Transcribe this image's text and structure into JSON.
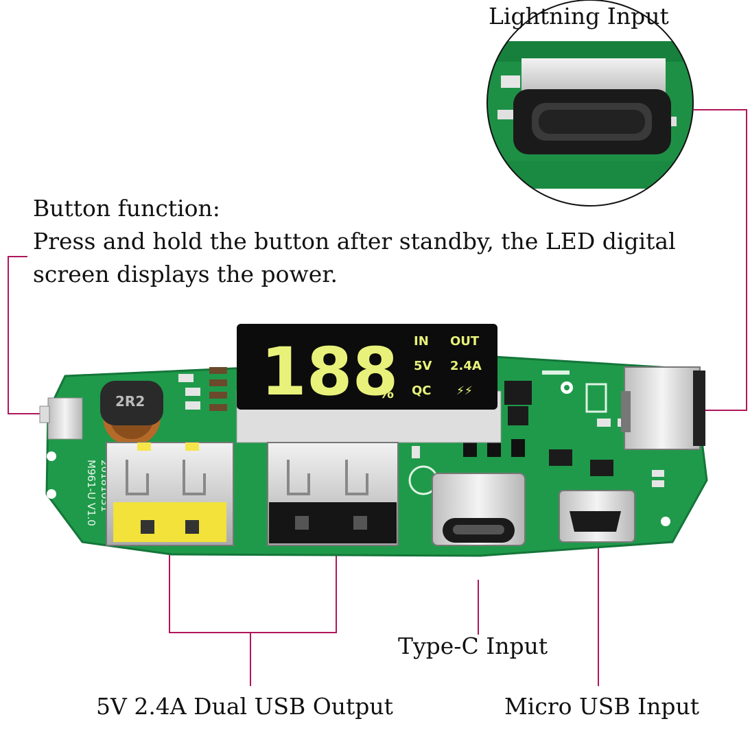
{
  "labels": {
    "lightning_input": "Lightning Input",
    "button_function_title": "Button function:",
    "button_function_line1": "Press and hold the button after standby, the LED digital",
    "button_function_line2": "screen displays the power.",
    "type_c_input": "Type-C Input",
    "dual_usb_output": "5V 2.4A Dual USB Output",
    "micro_usb_input": "Micro USB Input"
  },
  "display": {
    "digits": "188",
    "percent": "%",
    "in": "IN",
    "out": "OUT",
    "voltage": "5V",
    "current": "2.4A",
    "qc": "QC",
    "bolt": "⚡⚡"
  },
  "board_marks": {
    "inductor": "2R2",
    "model": "M961-U V1.0",
    "date": "20181031"
  },
  "colors": {
    "pcb": "#1f9a4a",
    "leader_line": "#b0155a",
    "display_segments": "#e8f27a"
  }
}
